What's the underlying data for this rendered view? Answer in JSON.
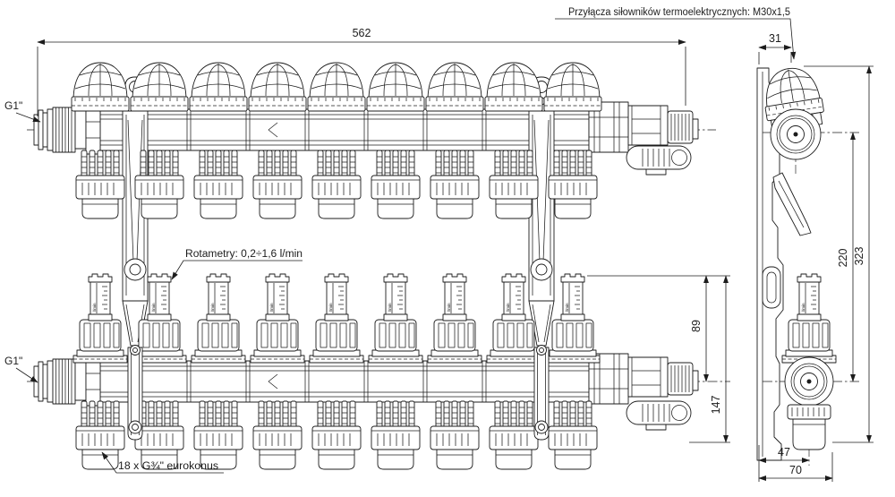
{
  "drawing": {
    "notes": {
      "actuators": "Przyłącza siłowników termoelektrycznych: M30x1,5",
      "rotameters": "Rotametry: 0,2÷1,6 l/min",
      "eurokonus": "18 x G¾\" eurokonus"
    },
    "ports": {
      "inlet_top": "G1\"",
      "inlet_bottom": "G1\""
    },
    "dimensions": {
      "overall_width": "562",
      "bracket_depth": "31",
      "overall_height": "323",
      "axis_spacing": "220",
      "rotameter_to_axis": "89",
      "rotameter_to_bottom": "147",
      "outlet_offset": "47",
      "overall_depth": "70"
    },
    "rotameter": {
      "unit": "l/min",
      "range": "0,2÷1,6"
    },
    "circuits": 9,
    "colors": {
      "line": "#1c1c1c",
      "background": "#ffffff"
    }
  }
}
